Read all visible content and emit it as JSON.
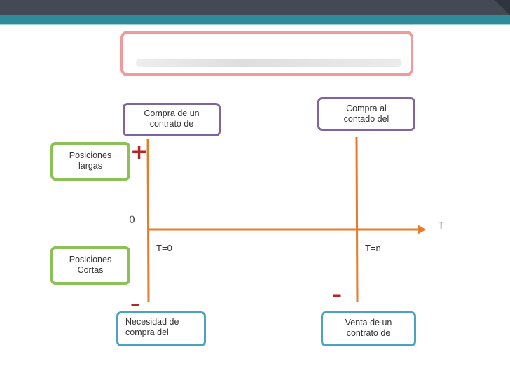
{
  "colors": {
    "header_dark": "#444a55",
    "header_teal": "#2f8a9a",
    "title_border": "#f09a9a",
    "purple": "#8064a2",
    "green": "#8ec05a",
    "blue": "#4aa3c3",
    "orange": "#e87b2a",
    "red": "#b2262a"
  },
  "boxes": {
    "top_left": "Compra de un\ncontrato de",
    "top_right": "Compra al\ncontado del",
    "long_positions": "Posiciones\nlargas",
    "short_positions": "Posiciones\nCortas",
    "bottom_left": "Necesidad de\ncompra del",
    "bottom_right": "Venta de un\ncontrato de"
  },
  "signs": {
    "plus": "+",
    "minus_left": "–",
    "minus_right": "–"
  },
  "axis": {
    "zero": "0",
    "t_axis": "T",
    "t0": "T=0",
    "tn": "T=n"
  }
}
